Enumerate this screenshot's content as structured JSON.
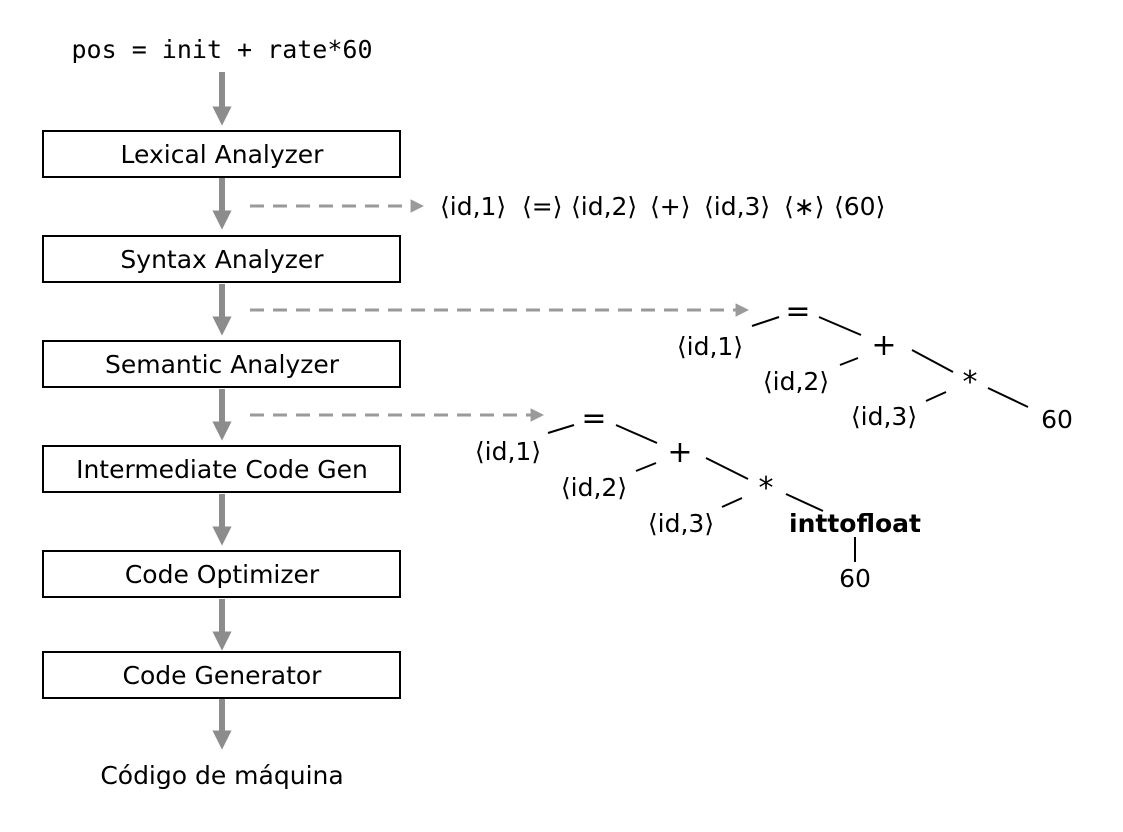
{
  "source": "pos = init + rate*60",
  "phases": [
    "Lexical Analyzer",
    "Syntax Analyzer",
    "Semantic Analyzer",
    "Intermediate Code Gen",
    "Code Optimizer",
    "Code Generator"
  ],
  "output": "Código de máquina",
  "tokens": [
    "⟨id,1⟩",
    "⟨=⟩",
    "⟨id,2⟩",
    "⟨+⟩",
    "⟨id,3⟩",
    "⟨∗⟩",
    "⟨60⟩"
  ],
  "syntax_tree": {
    "root": "=",
    "id1": "⟨id,1⟩",
    "plus": "+",
    "id2": "⟨id,2⟩",
    "times": "*",
    "id3": "⟨id,3⟩",
    "num": "60"
  },
  "semantic_tree": {
    "root": "=",
    "id1": "⟨id,1⟩",
    "plus": "+",
    "id2": "⟨id,2⟩",
    "times": "*",
    "id3": "⟨id,3⟩",
    "conv": "inttofloat",
    "num": "60"
  },
  "colors": {
    "arrow": "#8c8c8c",
    "dashed_arrow": "#9a9a9a",
    "box_border": "#000000"
  }
}
